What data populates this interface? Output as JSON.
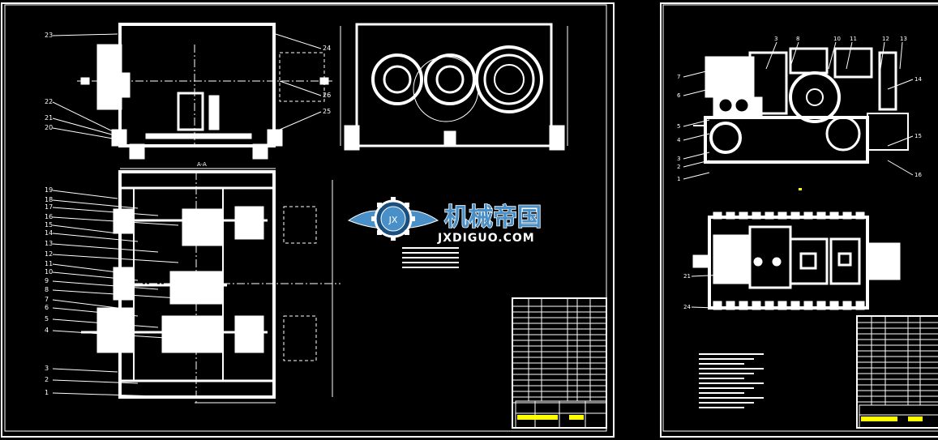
{
  "colors": {
    "background": "#000000",
    "line": "#ffffff",
    "accent": "#ffff00",
    "watermark_blue": "#4a90c8",
    "watermark_dark": "#1a4f80"
  },
  "left_sheet": {
    "section_label": "A-A",
    "callouts_top": [
      "23",
      "24",
      "26",
      "25",
      "22",
      "21",
      "20"
    ],
    "callouts_left": [
      "19",
      "18",
      "17",
      "16",
      "15",
      "14",
      "13",
      "12",
      "11",
      "10",
      "9",
      "8",
      "7",
      "6",
      "5",
      "4",
      "3",
      "2",
      "1"
    ]
  },
  "right_sheet": {
    "callouts_top": [
      "3",
      "8",
      "10",
      "11",
      "12",
      "13"
    ],
    "callouts_left": [
      "7",
      "6",
      "5",
      "4",
      "3",
      "2",
      "1"
    ],
    "callouts_right": [
      "14",
      "15",
      "16"
    ],
    "callouts_bottom": [
      "21",
      "24"
    ]
  },
  "watermark": {
    "title": "机械帝国",
    "subtitle": "JXDIGUO.COM",
    "emblem": "JX"
  }
}
